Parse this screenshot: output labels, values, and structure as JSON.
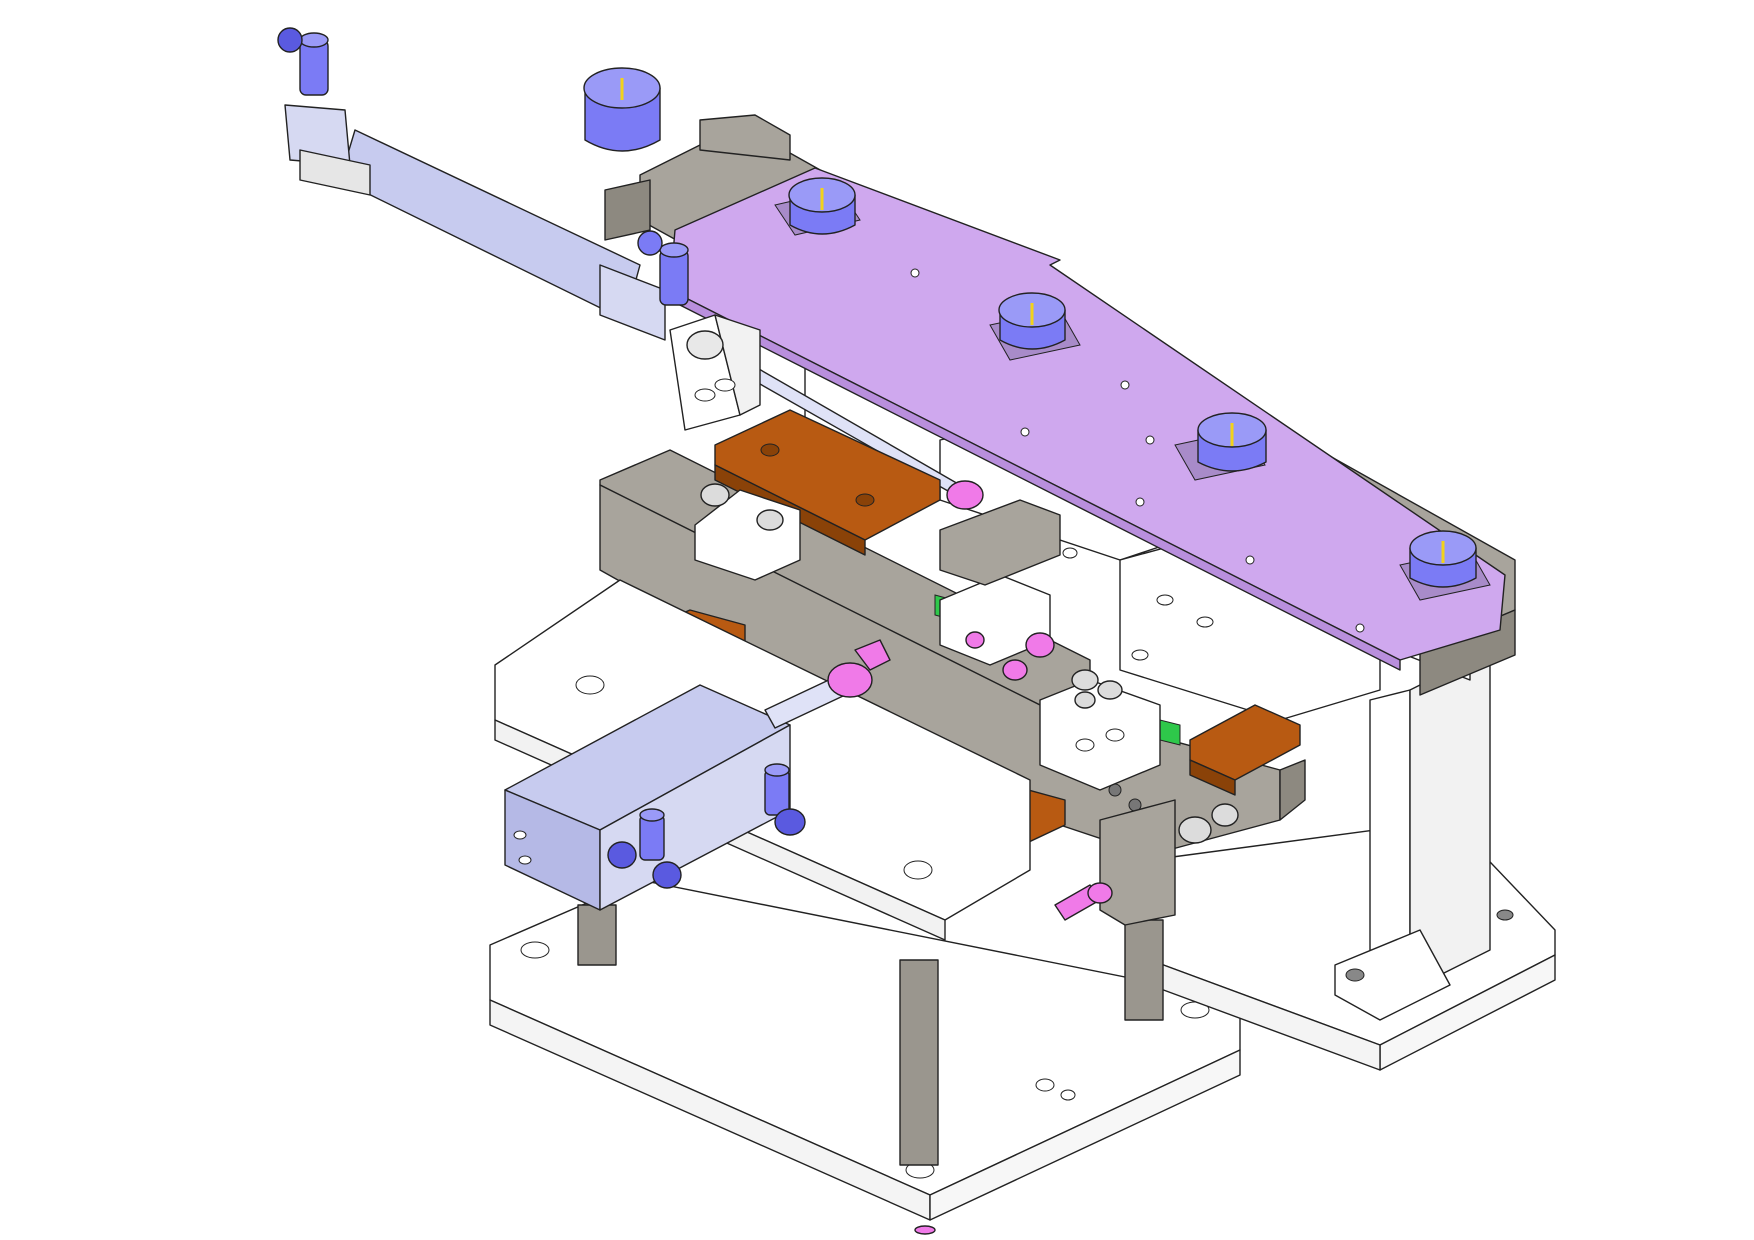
{
  "figure": {
    "kind": "isometric CAD assembly view",
    "text_labels": []
  },
  "colors": {
    "background": "#ffffff",
    "white_part": "#ffffff",
    "grey_frame": "#a8a49c",
    "grey_frame_dark": "#8d8980",
    "lavender_plate": "#cfa8ee",
    "copper_slide": "#b85a12",
    "copper_slide_dark": "#8a4208",
    "cylinder_blue": "#c7cbef",
    "fitting_blue": "#7b7bf5",
    "fitting_blue_dark": "#5a5ae0",
    "magenta_nut": "#f07ae8",
    "green_guide": "#2ec84a",
    "post_dark": "#9a968e",
    "outline": "#222222",
    "yellow_mark": "#f2d21a"
  },
  "components": {
    "workpiece_cups": 5,
    "copper_slide_blocks": 4,
    "air_fittings": 6,
    "support_posts": 4
  }
}
